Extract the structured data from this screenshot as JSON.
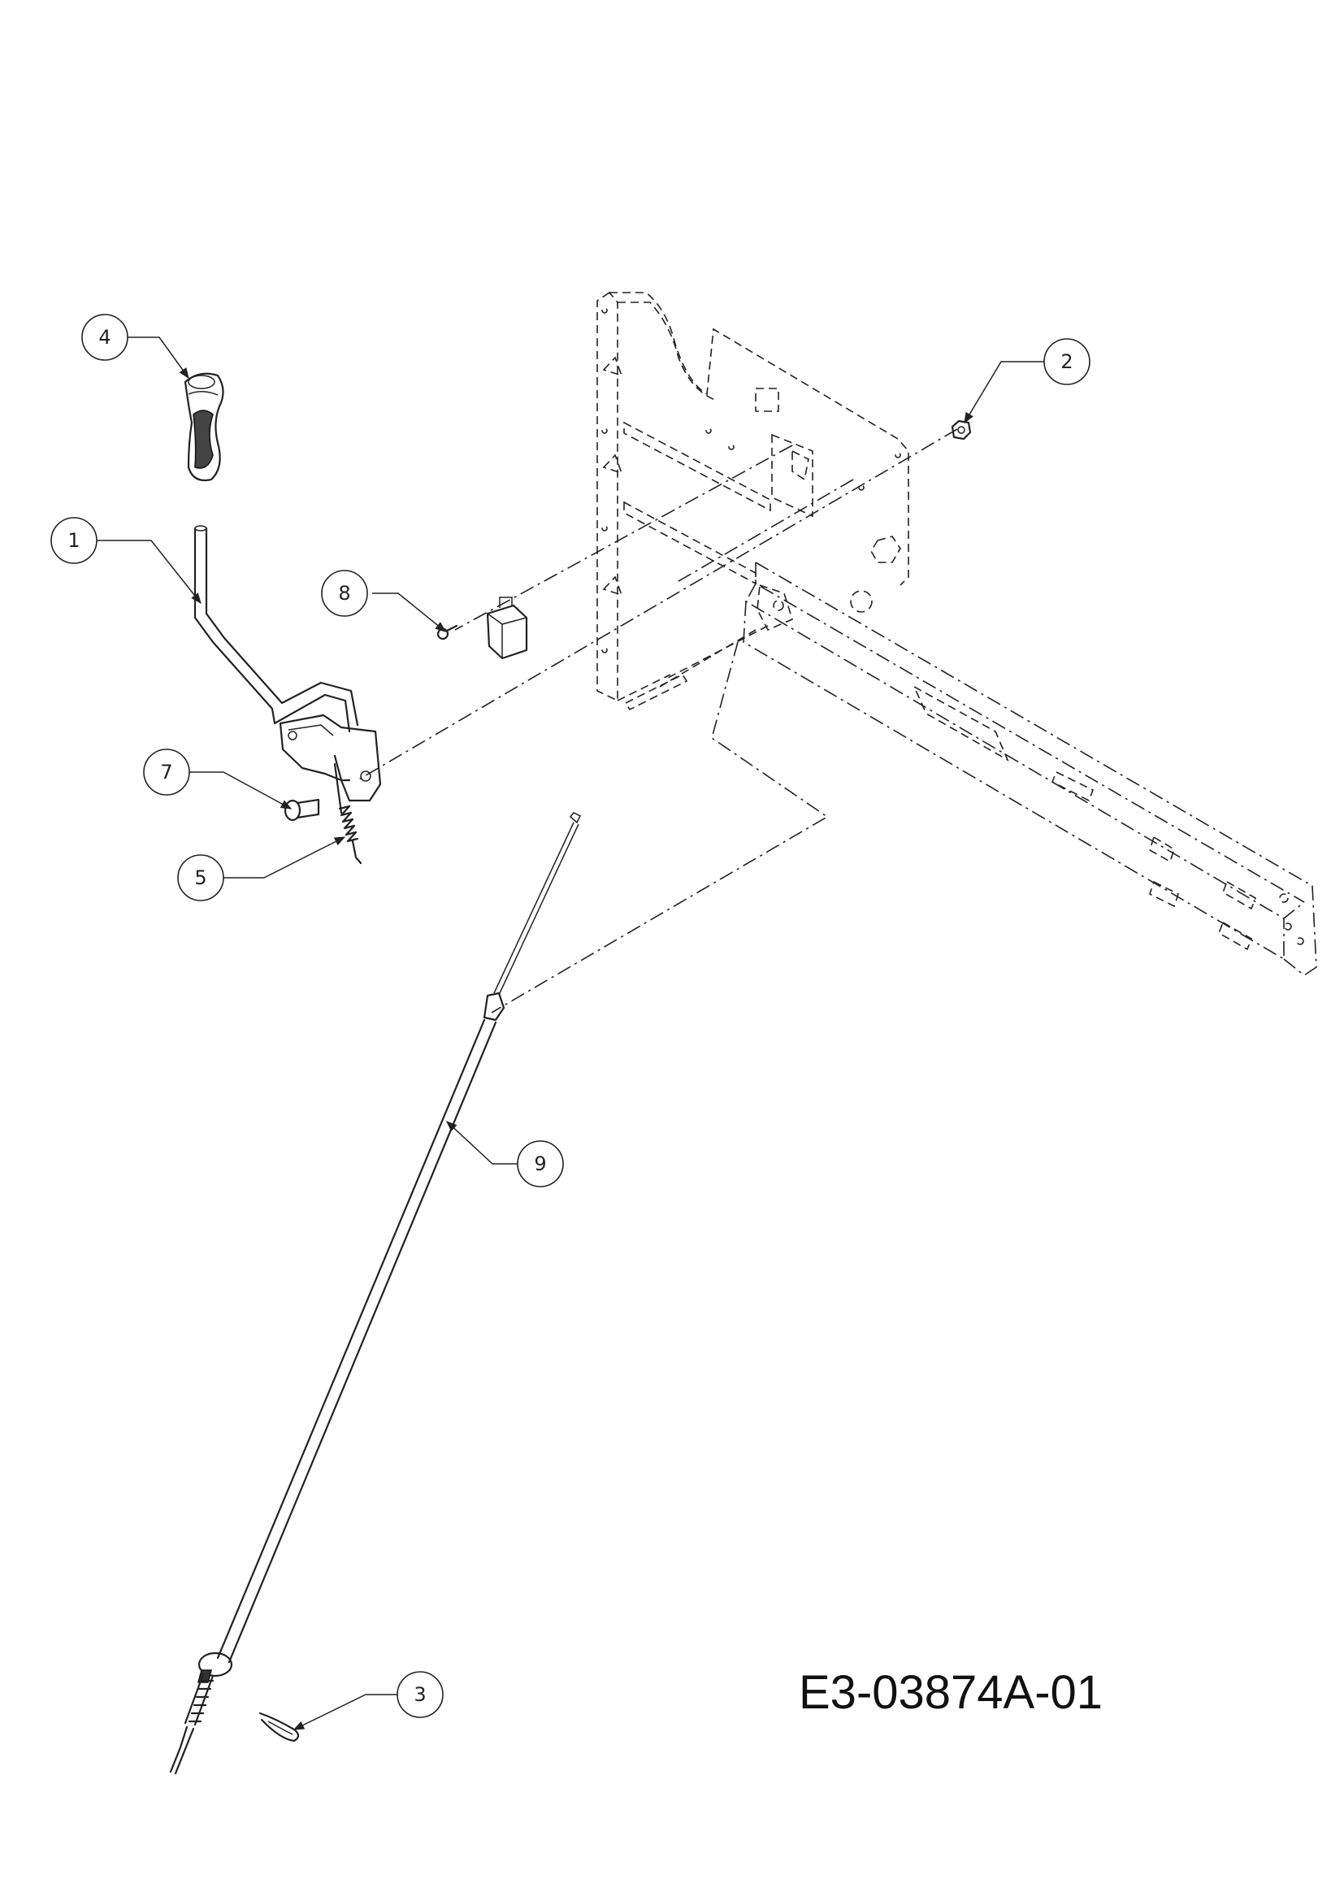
{
  "drawing_code": "E3-03874A-01",
  "callouts": [
    {
      "id": "callout-1",
      "label": "1"
    },
    {
      "id": "callout-2",
      "label": "2"
    },
    {
      "id": "callout-3",
      "label": "3"
    },
    {
      "id": "callout-4",
      "label": "4"
    },
    {
      "id": "callout-5",
      "label": "5"
    },
    {
      "id": "callout-7",
      "label": "7"
    },
    {
      "id": "callout-8",
      "label": "8"
    },
    {
      "id": "callout-9",
      "label": "9"
    }
  ]
}
